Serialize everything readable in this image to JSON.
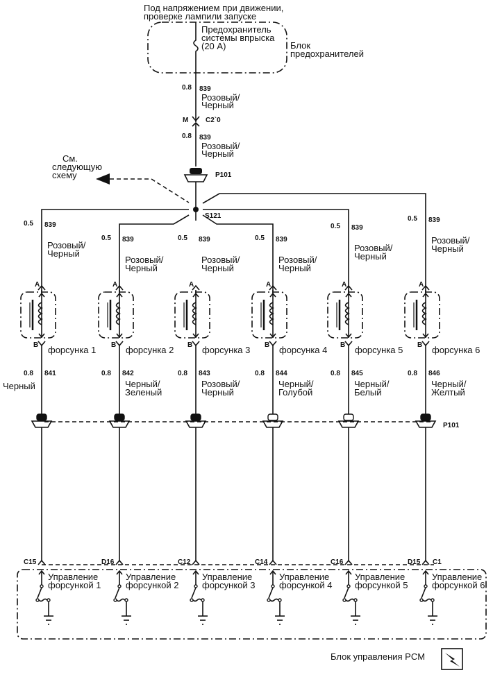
{
  "header": {
    "power_line1": "Под напряжением при движении,",
    "power_line2": "проверке лампили запуске"
  },
  "fuse_block": {
    "fuse_line1": "Предохранитель",
    "fuse_line2": "системы впрыска",
    "fuse_line3": "(20 А)",
    "block_line1": "Блок",
    "block_line2": "предохранителей"
  },
  "feed": {
    "gauge": "0.8",
    "circuit": "839",
    "color_line1": "Розовый/",
    "color_line2": "Черный",
    "connector_pin": "M",
    "connector": "C2`0",
    "gauge2": "0.8",
    "circuit2": "839",
    "color2_line1": "Розовый/",
    "color2_line2": "Черный",
    "passthrough": "P101"
  },
  "next_scheme": {
    "line1": "См.",
    "line2": "следующую",
    "line3": "схему"
  },
  "splice": "S121",
  "injectors": [
    {
      "label": "форсунка 1",
      "pin_a": "A",
      "pin_b": "B",
      "in_gauge": "0.5",
      "in_circuit": "839",
      "in_color1": "Розовый/",
      "in_color2": "Черный",
      "out_gauge": "0.8",
      "out_circuit": "841",
      "out_color1": "Черный",
      "out_color2": "",
      "pcm_pin": "C15",
      "control1": "Управление",
      "control2": "форсункой 1"
    },
    {
      "label": "форсунка 2",
      "pin_a": "A",
      "pin_b": "B",
      "in_gauge": "0.5",
      "in_circuit": "839",
      "in_color1": "Розовый/",
      "in_color2": "Черный",
      "out_gauge": "0.8",
      "out_circuit": "842",
      "out_color1": "Черный/",
      "out_color2": "Зеленый",
      "pcm_pin": "D16",
      "control1": "Управление",
      "control2": "форсункой 2"
    },
    {
      "label": "форсунка 3",
      "pin_a": "A",
      "pin_b": "B",
      "in_gauge": "0.5",
      "in_circuit": "839",
      "in_color1": "Розовый/",
      "in_color2": "Черный",
      "out_gauge": "0.8",
      "out_circuit": "843",
      "out_color1": "Розовый/",
      "out_color2": "Черный",
      "pcm_pin": "C12",
      "control1": "Управление",
      "control2": "форсункой 3"
    },
    {
      "label": "форсунка 4",
      "pin_a": "A",
      "pin_b": "B",
      "in_gauge": "0.5",
      "in_circuit": "839",
      "in_color1": "Розовый/",
      "in_color2": "Черный",
      "out_gauge": "0.8",
      "out_circuit": "844",
      "out_color1": "Черный/",
      "out_color2": "Голубой",
      "pcm_pin": "C14",
      "control1": "Управление",
      "control2": "форсункой 4"
    },
    {
      "label": "форсунка 5",
      "pin_a": "A",
      "pin_b": "B",
      "in_gauge": "0.5",
      "in_circuit": "839",
      "in_color1": "Розовый/",
      "in_color2": "Черный",
      "out_gauge": "0.8",
      "out_circuit": "845",
      "out_color1": "Черный/",
      "out_color2": "Белый",
      "pcm_pin": "C16",
      "control1": "Управление",
      "control2": "форсункой 5"
    },
    {
      "label": "форсунка 6",
      "pin_a": "A",
      "pin_b": "B",
      "in_gauge": "0.5",
      "in_circuit": "839",
      "in_color1": "Розовый/",
      "in_color2": "Черный",
      "out_gauge": "0.8",
      "out_circuit": "846",
      "out_color1": "Черный/",
      "out_color2": "Желтый",
      "pcm_pin": "D15",
      "control1": "Управление",
      "control2": "форсункой 6"
    }
  ],
  "lower_passthrough": "P101",
  "pcm_extra_pin": "C1",
  "pcm_block_label": "Блок управления PCM",
  "icons": {
    "pcm": "lightning-bolt-icon"
  }
}
